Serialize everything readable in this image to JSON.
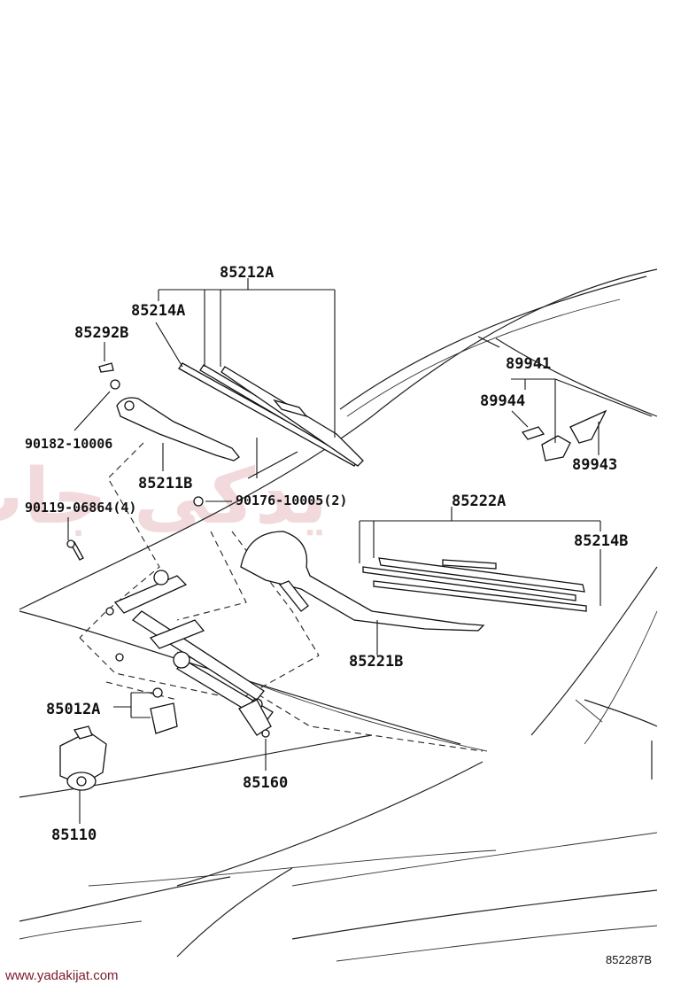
{
  "watermark": {
    "text": "یدکی جات"
  },
  "labels": {
    "p85212A": "85212A",
    "p85214A": "85214A",
    "p85292B": "85292B",
    "p90182": "90182-10006",
    "p85211B": "85211B",
    "p90119": "90119-06864(4)",
    "p90176": "90176-10005(2)",
    "p89941": "89941",
    "p89944": "89944",
    "p89943": "89943",
    "p85222A": "85222A",
    "p85214B": "85214B",
    "p85221B": "85221B",
    "p85012A": "85012A",
    "p85160": "85160",
    "p85110": "85110"
  },
  "footer": {
    "website": "www.yadakijat.com",
    "figure_code": "852287B"
  }
}
